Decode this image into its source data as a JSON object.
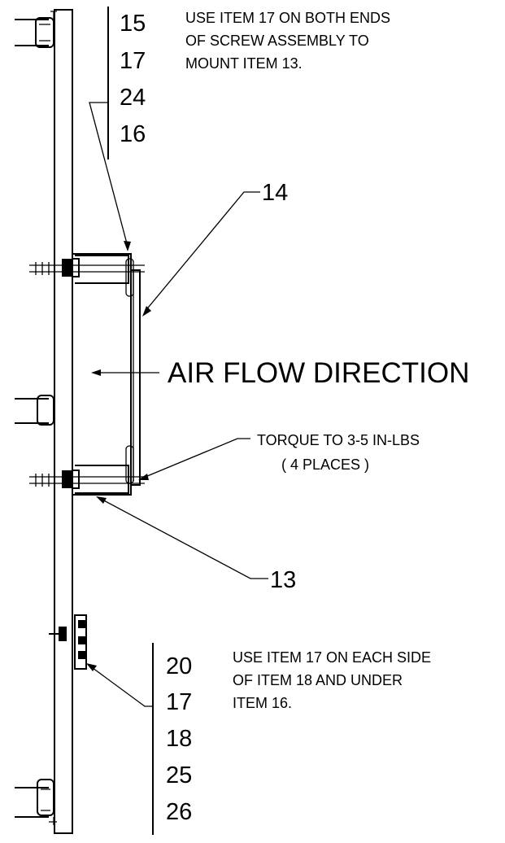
{
  "top_callout": {
    "items": [
      "15",
      "17",
      "24",
      "16"
    ],
    "note": [
      "USE ITEM 17 ON BOTH ENDS",
      "OF SCREW ASSEMBLY TO",
      "MOUNT ITEM 13."
    ]
  },
  "labels": {
    "item14": "14",
    "item13": "13",
    "airflow": "AIR FLOW DIRECTION",
    "torque": [
      "TORQUE TO 3-5 IN-LBS",
      "( 4 PLACES )"
    ]
  },
  "bottom_callout": {
    "items": [
      "20",
      "17",
      "18",
      "25",
      "26"
    ],
    "note": [
      "USE ITEM 17 ON EACH SIDE",
      "OF ITEM 18 AND UNDER",
      "ITEM 16."
    ]
  }
}
